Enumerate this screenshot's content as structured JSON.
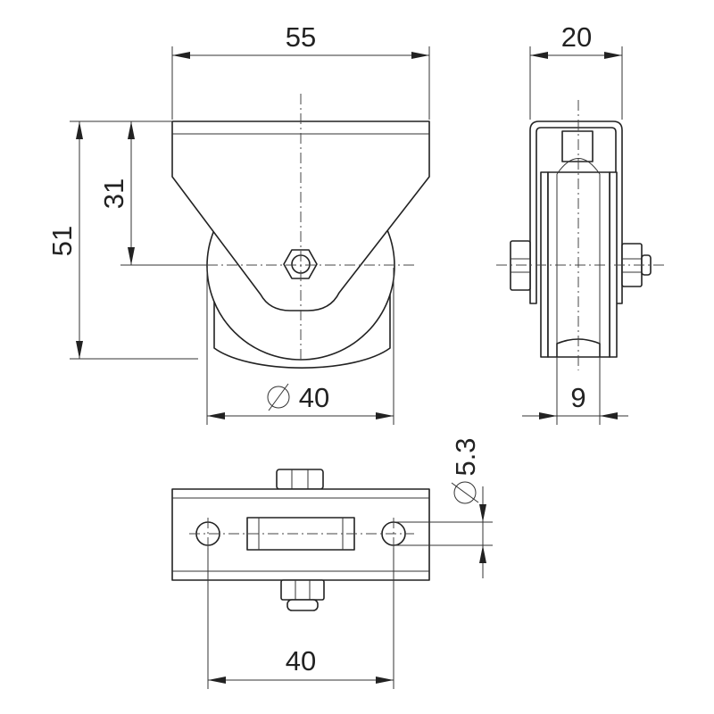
{
  "drawing": {
    "front_view": {
      "width_label": "55",
      "axle_height_label": "31",
      "total_height_label": "51",
      "wheel_diameter_label": "40"
    },
    "side_view": {
      "width_label": "20",
      "tread_width_label": "9"
    },
    "top_view": {
      "hole_diameter_label": "5.3",
      "hole_spacing_label": "40"
    }
  }
}
